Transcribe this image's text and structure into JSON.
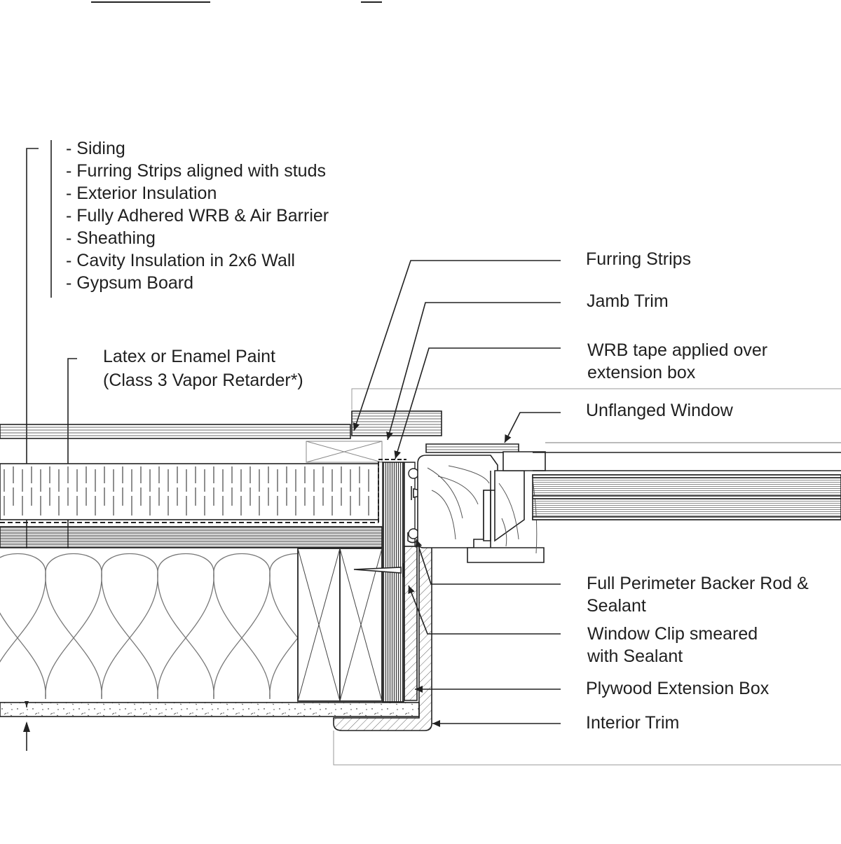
{
  "wall_assembly": {
    "layers": [
      "- Siding",
      "- Furring Strips aligned with studs",
      "- Exterior Insulation",
      "- Fully Adhered WRB & Air Barrier",
      "- Sheathing",
      "- Cavity Insulation in 2x6 Wall",
      "- Gypsum Board"
    ]
  },
  "paint_note": {
    "line1": "Latex or Enamel Paint",
    "line2": "(Class 3 Vapor Retarder*)"
  },
  "callouts": [
    {
      "lines": [
        "Furring Strips"
      ]
    },
    {
      "lines": [
        "Jamb Trim"
      ]
    },
    {
      "lines": [
        "WRB tape applied over",
        "extension box"
      ]
    },
    {
      "lines": [
        "Unflanged Window"
      ]
    },
    {
      "lines": [
        "Full Perimeter Backer Rod &",
        "Sealant"
      ]
    },
    {
      "lines": [
        "Window Clip smeared",
        "with Sealant"
      ]
    },
    {
      "lines": [
        "Plywood Extension Box"
      ]
    },
    {
      "lines": [
        "Interior Trim"
      ]
    }
  ],
  "colors": {
    "ink": "#222222",
    "text": "#1f1f1f",
    "light": "#888888"
  }
}
